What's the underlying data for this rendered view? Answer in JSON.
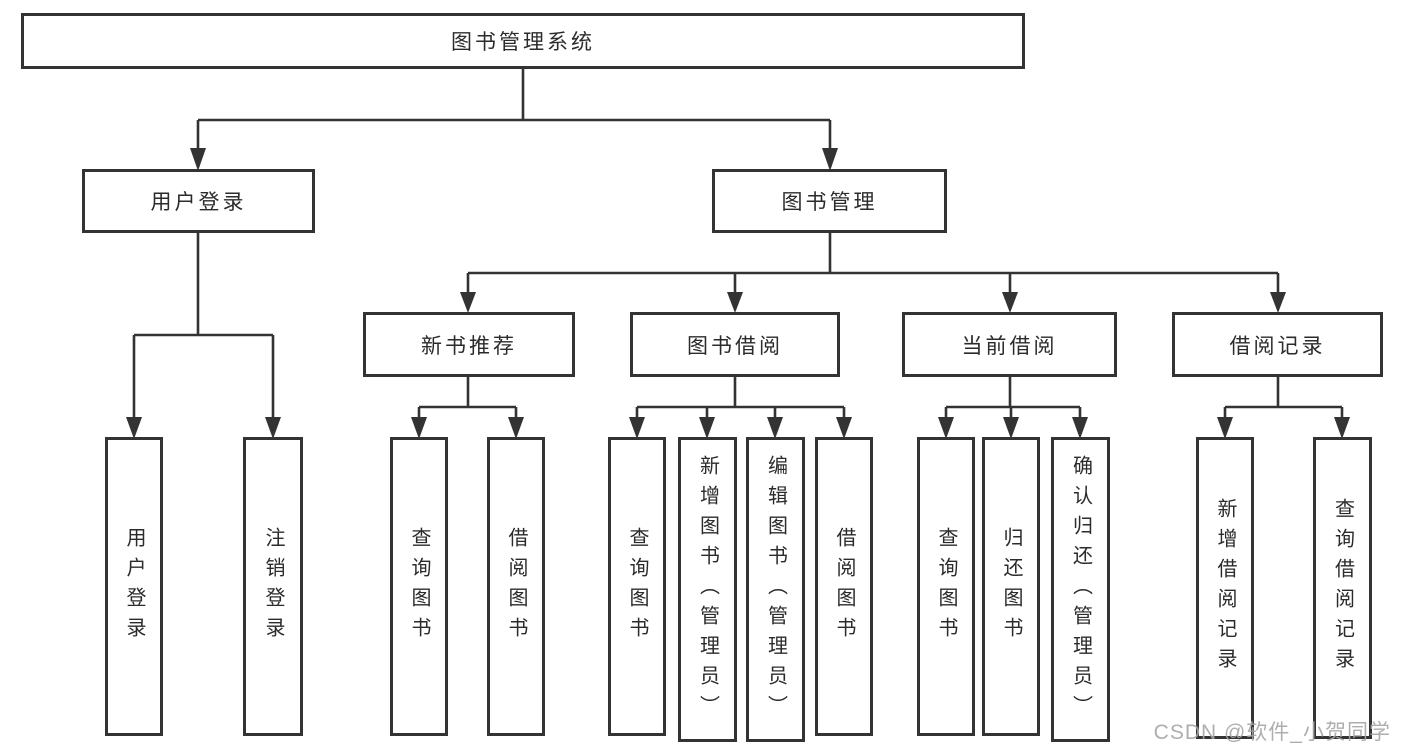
{
  "diagram_title": "图书管理系统",
  "watermark": "CSDN @软件_小贺同学",
  "colors": {
    "line": "#333333",
    "box_border": "#333333",
    "text": "#2b2b2b",
    "watermark": "#a5a5a5",
    "background": "#ffffff"
  },
  "tree": {
    "root": "图书管理系统",
    "children": [
      {
        "label": "用户登录",
        "children": [
          "用户登录",
          "注销登录"
        ]
      },
      {
        "label": "图书管理",
        "children": [
          {
            "label": "新书推荐",
            "children": [
              "查询图书",
              "借阅图书"
            ]
          },
          {
            "label": "图书借阅",
            "children": [
              "查询图书",
              "新增图书（管理员）",
              "编辑图书（管理员）",
              "借阅图书"
            ]
          },
          {
            "label": "当前借阅",
            "children": [
              "查询图书",
              "归还图书",
              "确认归还（管理员）"
            ]
          },
          {
            "label": "借阅记录",
            "children": [
              "新增借阅记录",
              "查询借阅记录"
            ]
          }
        ]
      }
    ]
  }
}
